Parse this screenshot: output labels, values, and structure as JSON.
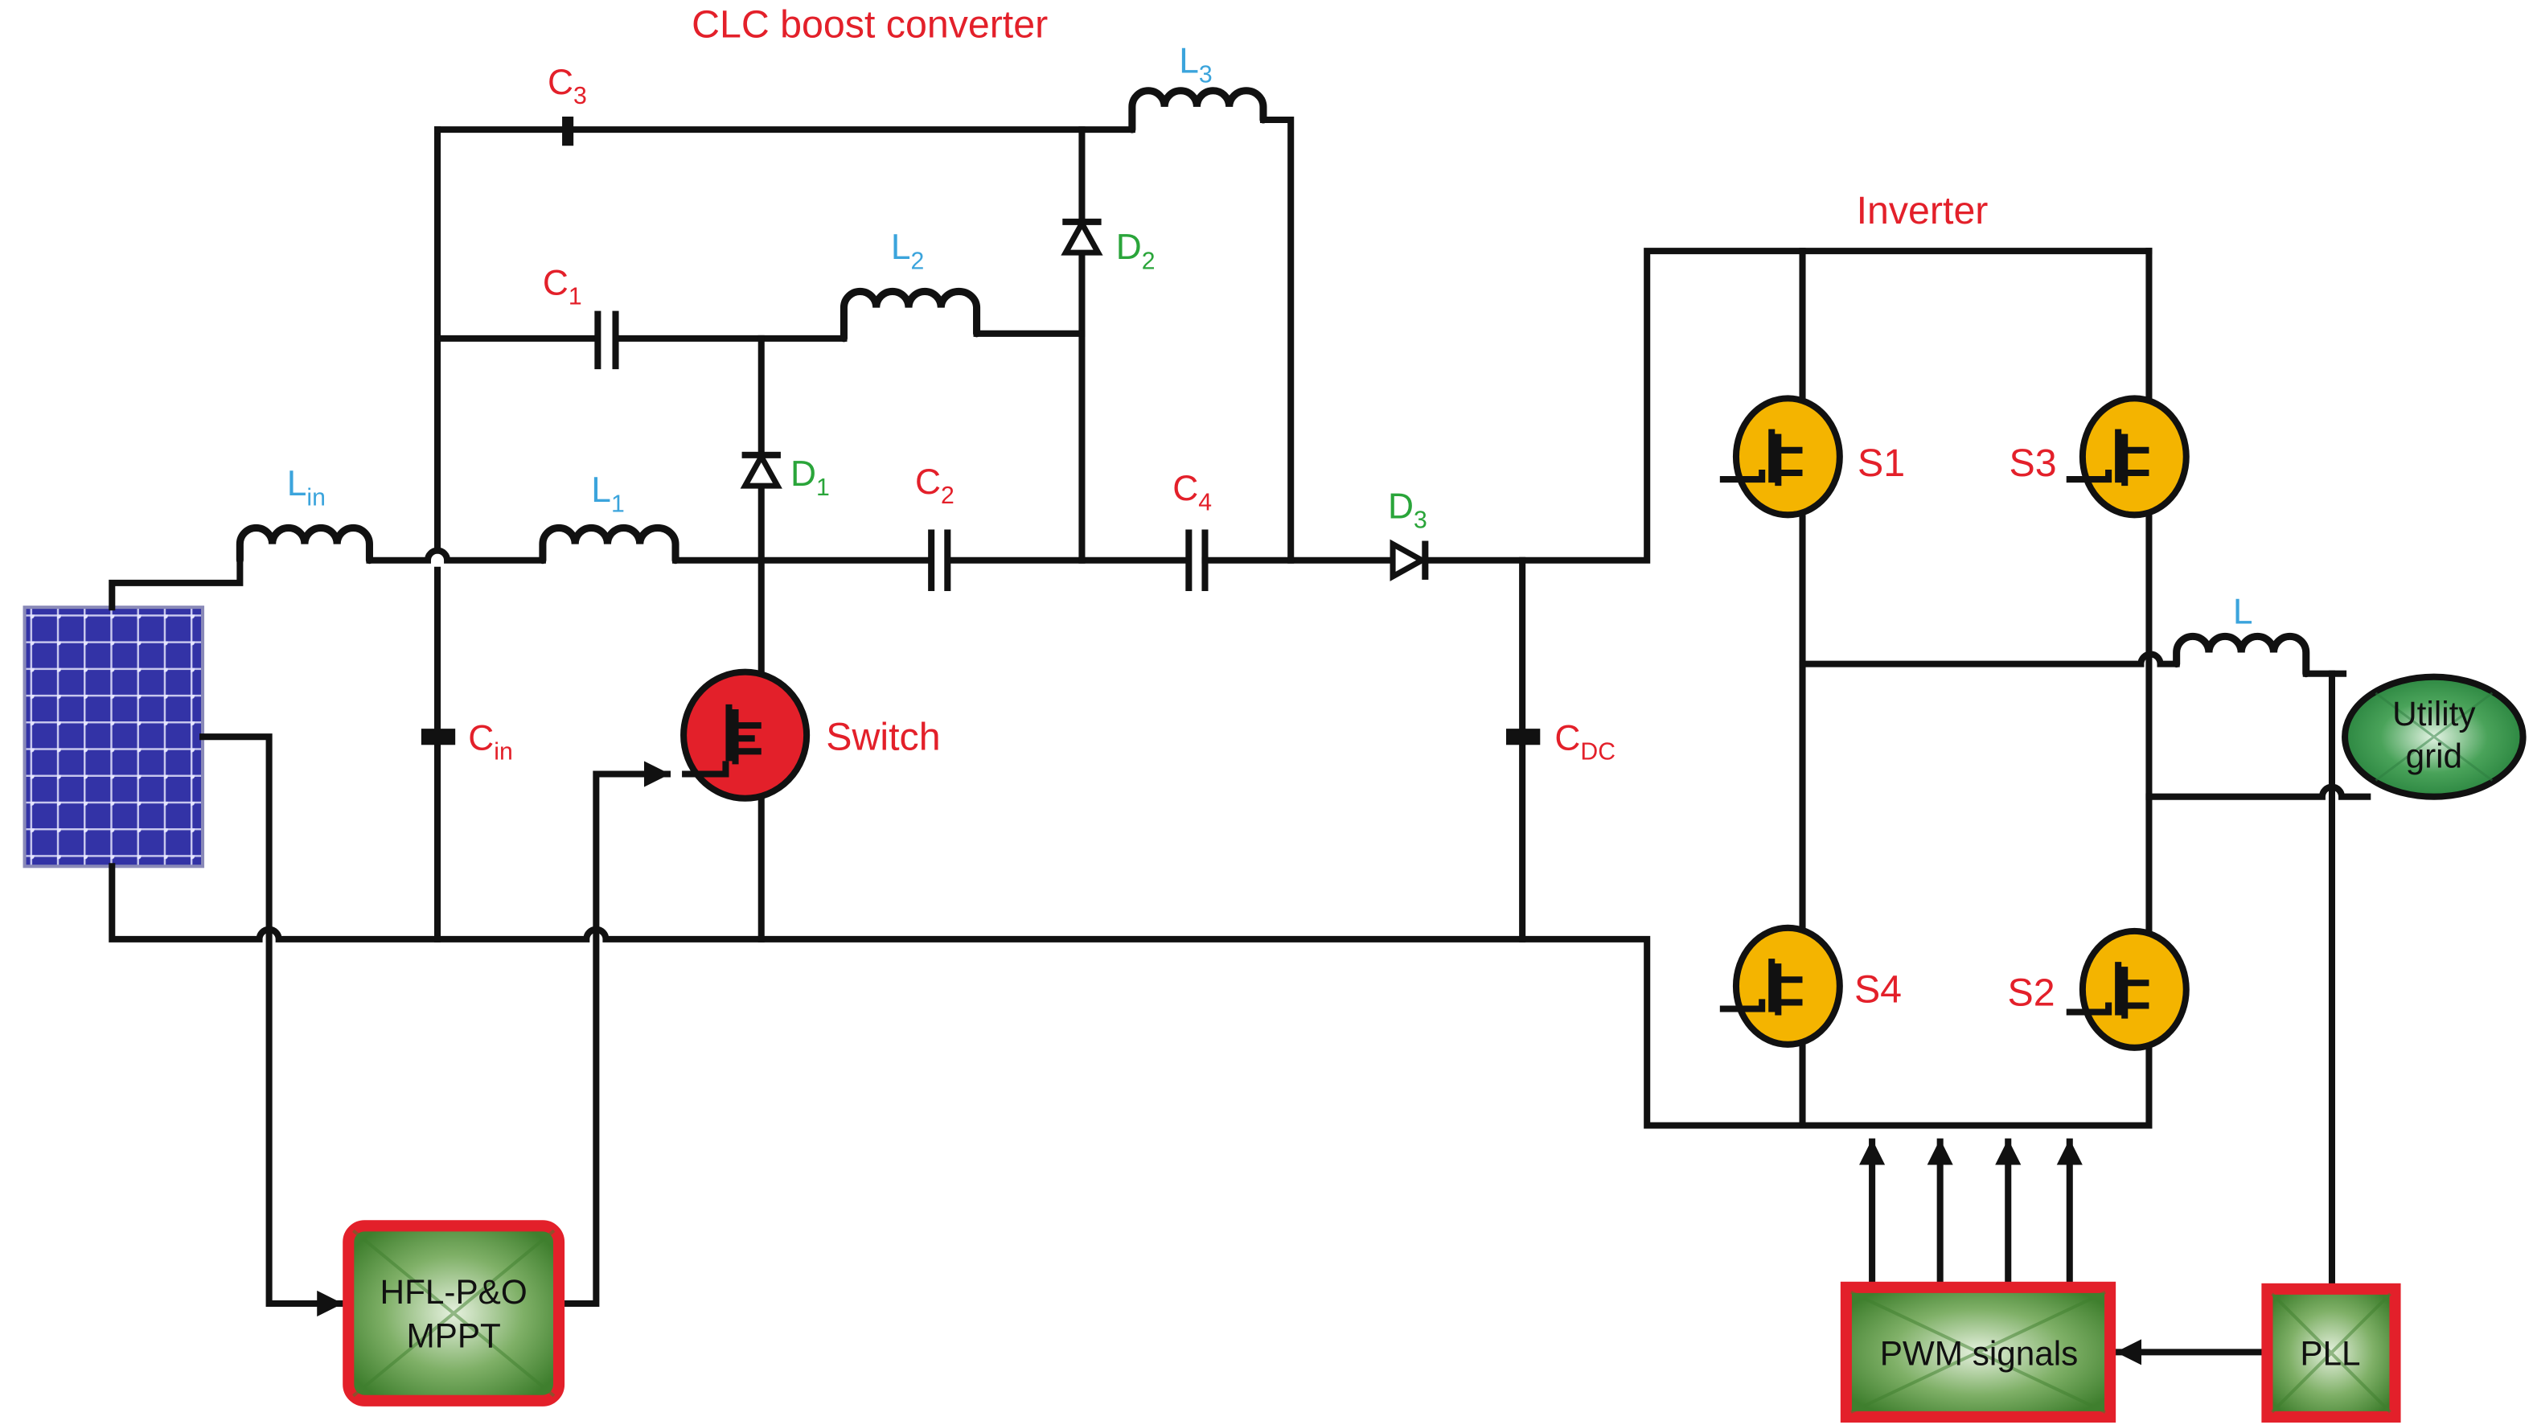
{
  "title": "CLC boost converter",
  "inverter_title": "Inverter",
  "colors": {
    "capacitor_label": "#e3202a",
    "inductor_label": "#3ba4dc",
    "diode_label": "#2aa53a",
    "switch_fill": "#e3202a",
    "igbt_fill": "#f4b400",
    "block_fill": "#4f8f3a",
    "block_border": "#e3202a",
    "pv_panel": "#2f2fa0"
  },
  "components": {
    "L_in": {
      "main": "L",
      "sub": "in"
    },
    "L1": {
      "main": "L",
      "sub": "1"
    },
    "L2": {
      "main": "L",
      "sub": "2"
    },
    "L3": {
      "main": "L",
      "sub": "3"
    },
    "L": {
      "main": "L"
    },
    "C1": {
      "main": "C",
      "sub": "1"
    },
    "C2": {
      "main": "C",
      "sub": "2"
    },
    "C3": {
      "main": "C",
      "sub": "3"
    },
    "C4": {
      "main": "C",
      "sub": "4"
    },
    "C_in": {
      "main": "C",
      "sub": "in"
    },
    "C_DC": {
      "main": "C",
      "sub": "DC"
    },
    "D1": {
      "main": "D",
      "sub": "1"
    },
    "D2": {
      "main": "D",
      "sub": "2"
    },
    "D3": {
      "main": "D",
      "sub": "3"
    },
    "switch": "Switch",
    "S1": "S1",
    "S2": "S2",
    "S3": "S3",
    "S4": "S4"
  },
  "blocks": {
    "mppt": {
      "line1": "HFL-P&O",
      "line2": "MPPT"
    },
    "pwm": "PWM signals",
    "pll": "PLL",
    "grid": {
      "line1": "Utility",
      "line2": "grid"
    }
  }
}
